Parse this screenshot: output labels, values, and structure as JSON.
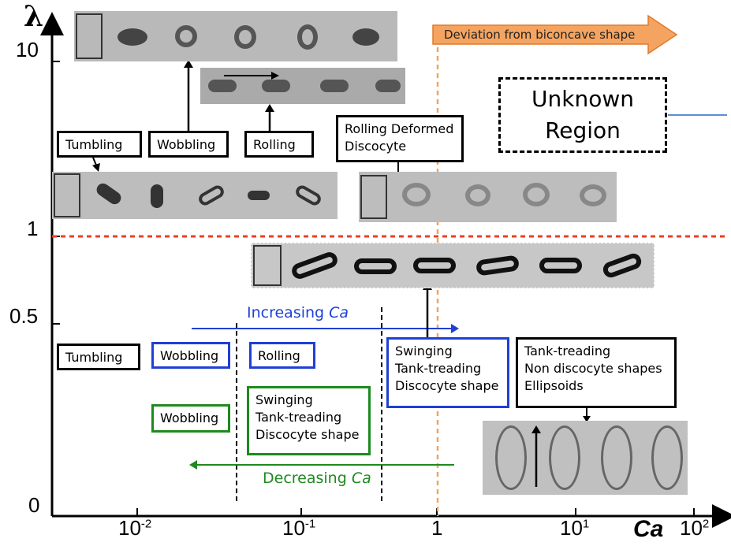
{
  "axes": {
    "y_label": "λ",
    "x_label": "Ca",
    "y_ticks": [
      "10",
      "1",
      "0.5",
      "0"
    ],
    "x_ticks": [
      {
        "base": "10",
        "exp": "-2"
      },
      {
        "base": "10",
        "exp": "-1"
      },
      {
        "base": "1",
        "exp": ""
      },
      {
        "base": "10",
        "exp": "1"
      },
      {
        "base": "10",
        "exp": "2"
      }
    ]
  },
  "banner": {
    "label": "Deviation from biconcave shape",
    "color": "#f4a460"
  },
  "unknown_region": {
    "label": "Unknown Region"
  },
  "upper_labels": {
    "tumbling": "Tumbling",
    "wobbling": "Wobbling",
    "rolling": "Rolling",
    "rolling_deformed": "Rolling Deformed Discocyte"
  },
  "lower_labels": {
    "tumbling": "Tumbling",
    "wobbling_blue": "Wobbling",
    "rolling_blue": "Rolling",
    "wobbling_green": "Wobbling",
    "swinging_green": [
      "Swinging",
      "Tank-treading",
      "Discocyte shape"
    ],
    "swinging_blue": [
      "Swinging",
      "Tank-treading",
      "Discocyte shape"
    ],
    "tank_treading": [
      "Tank-treading",
      "Non discocyte shapes",
      "Ellipsoids"
    ]
  },
  "arrows": {
    "increasing": {
      "word": "Increasing ",
      "var": "Ca",
      "color": "#1f3fd6"
    },
    "decreasing": {
      "word": "Decreasing ",
      "var": "Ca",
      "color": "#1e8a1e"
    }
  },
  "colors": {
    "black_box": "#000000",
    "blue_box": "#1f3fd6",
    "green_box": "#1e8a1e",
    "threshold_line": "#e8402a",
    "ca_one_line": "#f4a460",
    "unknown_arrow": "#5a8fd6"
  }
}
